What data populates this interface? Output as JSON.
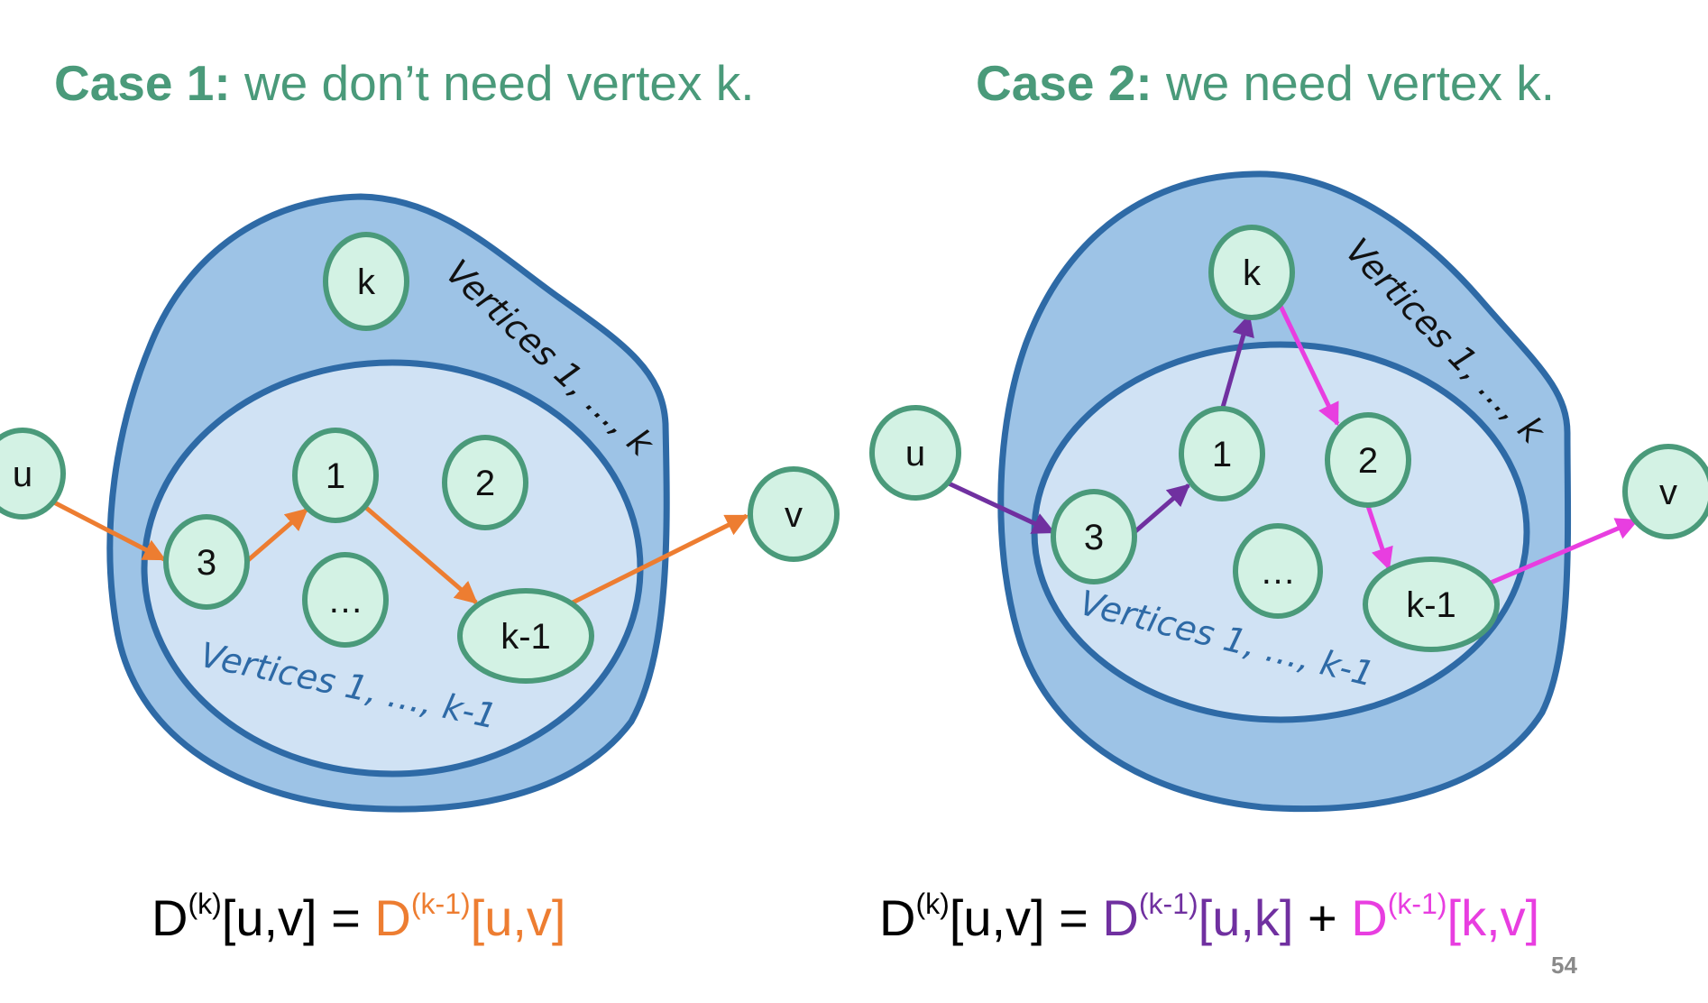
{
  "case1": {
    "title_bold": "Case 1:",
    "title_rest": " we don’t need vertex k.",
    "outer_label": "Vertices 1, …, k",
    "inner_label": "Vertices 1, …, k-1",
    "nodes": {
      "u": "u",
      "v": "v",
      "k": "k",
      "n1": "1",
      "n2": "2",
      "n3": "3",
      "dots": "…",
      "km1": "k-1"
    },
    "path_color": "#ed7d31"
  },
  "case2": {
    "title_bold": "Case 2:",
    "title_rest": " we need vertex k.",
    "outer_label": "Vertices 1, …, k",
    "inner_label": "Vertices 1, …, k-1",
    "nodes": {
      "u": "u",
      "v": "v",
      "k": "k",
      "n1": "1",
      "n2": "2",
      "n3": "3",
      "dots": "…",
      "km1": "k-1"
    },
    "path_color_to_k": "#7030a0",
    "path_color_from_k": "#e83ee0"
  },
  "formula1": {
    "lhs_D": "D",
    "lhs_sup": "(k)",
    "lhs_args": "[u,v]",
    "eq": " = ",
    "rhs_D": "D",
    "rhs_sup": "(k-1)",
    "rhs_args": "[u,v]"
  },
  "formula2": {
    "lhs_D": "D",
    "lhs_sup": "(k)",
    "lhs_args": "[u,v]",
    "eq": " = ",
    "t1_D": "D",
    "t1_sup": "(k-1)",
    "t1_args": "[u,k]",
    "plus": " + ",
    "t2_D": "D",
    "t2_sup": "(k-1)",
    "t2_args": "[k,v]"
  },
  "page_number": "54",
  "colors": {
    "title": "#4a9a7a",
    "outer_fill": "#9dc3e6",
    "inner_fill": "#d0e2f4",
    "region_stroke": "#2e6aa6",
    "node_fill": "#d3f2e4",
    "node_stroke": "#4a9a7a",
    "orange": "#ed7d31",
    "purple": "#7030a0",
    "magenta": "#e83ee0"
  }
}
